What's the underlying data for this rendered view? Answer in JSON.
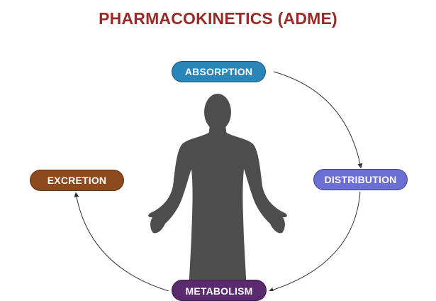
{
  "title": "PHARMACOKINETICS (ADME)",
  "stages": {
    "absorption": {
      "label": "ABSORPTION",
      "color": "#2a86b9"
    },
    "distribution": {
      "label": "DISTRIBUTION",
      "color": "#6b6ed3"
    },
    "metabolism": {
      "label": "METABOLISM",
      "color": "#5a2a6e"
    },
    "excretion": {
      "label": "EXCRETION",
      "color": "#8c4a1d"
    }
  },
  "colors": {
    "title": "#9b2a26",
    "body": "#4d4d4d",
    "arrow": "#333333"
  },
  "icons": {
    "figure": "human-body-silhouette"
  }
}
